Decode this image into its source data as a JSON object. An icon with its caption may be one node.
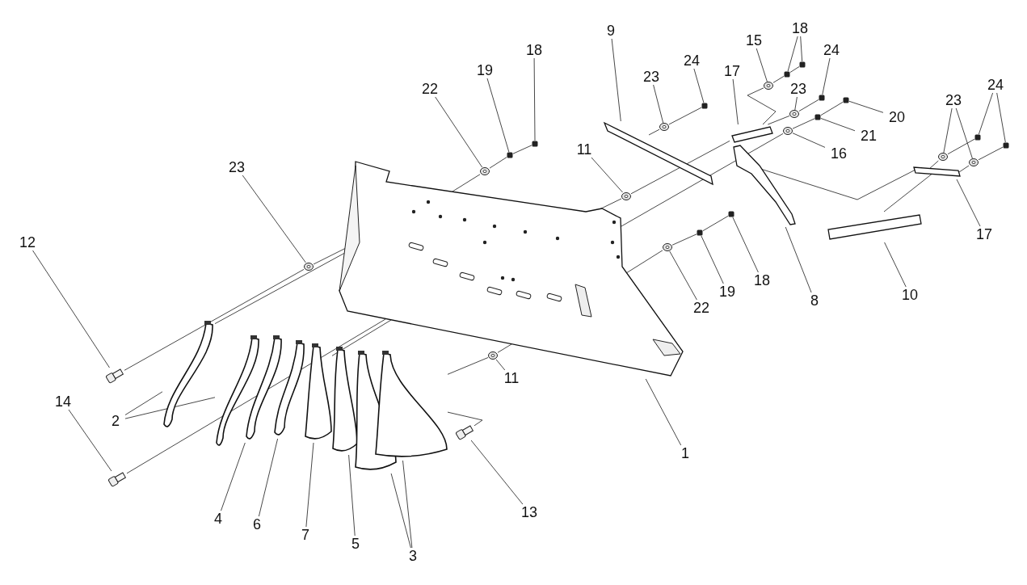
{
  "diagram": {
    "nodes": [
      {
        "text": [
          "12"
        ]
      },
      {
        "text": [
          "14"
        ]
      },
      {
        "text": [
          "2"
        ]
      },
      {
        "text": [
          "4"
        ]
      },
      {
        "text": [
          "6"
        ]
      },
      {
        "text": [
          "7"
        ]
      },
      {
        "text": [
          "5"
        ]
      },
      {
        "text": [
          "3"
        ]
      },
      {
        "text": [
          "13"
        ]
      },
      {
        "text": [
          "11"
        ]
      },
      {
        "text": [
          "1"
        ]
      },
      {
        "text": [
          "23"
        ]
      },
      {
        "text": [
          "22"
        ]
      },
      {
        "text": [
          "19"
        ]
      },
      {
        "text": [
          "18"
        ]
      },
      {
        "text": [
          "11"
        ]
      },
      {
        "text": [
          "9"
        ]
      },
      {
        "text": [
          "23"
        ]
      },
      {
        "text": [
          "24"
        ]
      },
      {
        "text": [
          "17"
        ]
      },
      {
        "text": [
          "15"
        ]
      },
      {
        "text": [
          "18"
        ]
      },
      {
        "text": [
          "24"
        ]
      },
      {
        "text": [
          "23"
        ]
      },
      {
        "text": [
          "20"
        ]
      },
      {
        "text": [
          "21"
        ]
      },
      {
        "text": [
          "16"
        ]
      },
      {
        "text": [
          "8"
        ]
      },
      {
        "text": [
          "18"
        ]
      },
      {
        "text": [
          "19"
        ]
      },
      {
        "text": [
          "22"
        ]
      },
      {
        "text": [
          "10"
        ]
      },
      {
        "text": [
          "17"
        ]
      },
      {
        "text": [
          "23"
        ]
      },
      {
        "text": [
          "24"
        ]
      },
      {
        "text": [],
        "shape": "picture"
      },
      {
        "text": [],
        "shape": "picture"
      },
      {
        "text": [],
        "shape": "picture"
      },
      {
        "text": [],
        "shape": "picture"
      },
      {
        "text": [],
        "shape": "picture"
      },
      {
        "text": [],
        "shape": "picture"
      },
      {
        "text": [],
        "shape": "picture"
      },
      {
        "text": [],
        "shape": "picture"
      },
      {
        "text": [],
        "shape": "picture"
      },
      {
        "text": [],
        "shape": "picture"
      },
      {
        "text": [],
        "shape": "picture"
      },
      {
        "text": [],
        "shape": "circle"
      },
      {
        "text": [],
        "shape": "picture"
      },
      {
        "text": [],
        "shape": "circle"
      },
      {
        "text": [],
        "shape": "circle"
      },
      {
        "text": [],
        "shape": "box"
      },
      {
        "text": [],
        "shape": "box"
      },
      {
        "text": [],
        "shape": "circle"
      },
      {
        "text": [],
        "shape": "bar"
      },
      {
        "text": [],
        "shape": "circle"
      },
      {
        "text": [],
        "shape": "box"
      },
      {
        "text": [],
        "shape": "bar"
      },
      {
        "text": [],
        "shape": "circle"
      },
      {
        "text": [],
        "shape": "box"
      },
      {
        "text": [],
        "shape": "box"
      },
      {
        "text": [],
        "shape": "box"
      },
      {
        "text": [],
        "shape": "circle"
      },
      {
        "text": [],
        "shape": "box"
      },
      {
        "text": [],
        "shape": "box"
      },
      {
        "text": [],
        "shape": "circle"
      },
      {
        "text": [],
        "shape": "picture"
      },
      {
        "text": [],
        "shape": "box"
      },
      {
        "text": [],
        "shape": "box"
      },
      {
        "text": [],
        "shape": "circle"
      },
      {
        "text": [],
        "shape": "bar"
      },
      {
        "text": [],
        "shape": "bar"
      },
      {
        "text": [],
        "shape": "circle"
      },
      {
        "text": [],
        "shape": "circle"
      },
      {
        "text": [],
        "shape": "box"
      },
      {
        "text": [],
        "shape": "box"
      }
    ],
    "edges": [
      {
        "from": 0,
        "to": 35,
        "arrow": "none"
      },
      {
        "from": 1,
        "to": 36,
        "arrow": "none"
      },
      {
        "from": 2,
        "to": 37,
        "arrow": "none"
      },
      {
        "from": 2,
        "to": 38,
        "arrow": "none"
      },
      {
        "from": 3,
        "to": 39,
        "arrow": "none"
      },
      {
        "from": 4,
        "to": 40,
        "arrow": "none"
      },
      {
        "from": 5,
        "to": 41,
        "arrow": "none"
      },
      {
        "from": 6,
        "to": 42,
        "arrow": "none"
      },
      {
        "from": 7,
        "to": 43,
        "arrow": "none"
      },
      {
        "from": 7,
        "to": 44,
        "arrow": "none"
      },
      {
        "from": 8,
        "to": 45,
        "arrow": "none"
      },
      {
        "from": 9,
        "to": 46,
        "arrow": "none"
      },
      {
        "from": 10,
        "to": 47,
        "arrow": "none"
      },
      {
        "from": 11,
        "to": 48,
        "arrow": "none"
      },
      {
        "from": 12,
        "to": 49,
        "arrow": "none"
      },
      {
        "from": 13,
        "to": 50,
        "arrow": "none"
      },
      {
        "from": 14,
        "to": 51,
        "arrow": "none"
      },
      {
        "from": 15,
        "to": 52,
        "arrow": "none"
      },
      {
        "from": 16,
        "to": 53,
        "arrow": "none"
      },
      {
        "from": 17,
        "to": 54,
        "arrow": "none"
      },
      {
        "from": 18,
        "to": 55,
        "arrow": "none"
      },
      {
        "from": 19,
        "to": 56,
        "arrow": "none"
      },
      {
        "from": 20,
        "to": 57,
        "arrow": "none"
      },
      {
        "from": 21,
        "to": 58,
        "arrow": "none"
      },
      {
        "from": 21,
        "to": 59,
        "arrow": "none"
      },
      {
        "from": 22,
        "to": 60,
        "arrow": "none"
      },
      {
        "from": 23,
        "to": 61,
        "arrow": "none"
      },
      {
        "from": 24,
        "to": 62,
        "arrow": "none"
      },
      {
        "from": 25,
        "to": 63,
        "arrow": "none"
      },
      {
        "from": 26,
        "to": 64,
        "arrow": "none"
      },
      {
        "from": 27,
        "to": 65,
        "arrow": "none"
      },
      {
        "from": 28,
        "to": 66,
        "arrow": "none"
      },
      {
        "from": 29,
        "to": 67,
        "arrow": "none"
      },
      {
        "from": 30,
        "to": 68,
        "arrow": "none"
      },
      {
        "from": 31,
        "to": 69,
        "arrow": "none"
      },
      {
        "from": 32,
        "to": 70,
        "arrow": "none"
      },
      {
        "from": 33,
        "to": 71,
        "arrow": "none"
      },
      {
        "from": 33,
        "to": 72,
        "arrow": "none"
      },
      {
        "from": 34,
        "to": 73,
        "arrow": "none"
      },
      {
        "from": 34,
        "to": 74,
        "arrow": "none"
      },
      {
        "from": 35,
        "to": 48,
        "arrow": "none"
      },
      {
        "from": 48,
        "to": 47,
        "arrow": "none"
      },
      {
        "from": 36,
        "to": 47,
        "arrow": "none"
      },
      {
        "from": 37,
        "to": 47,
        "arrow": "none"
      },
      {
        "from": 41,
        "to": 47,
        "arrow": "none"
      },
      {
        "from": 45,
        "to": 44,
        "arrow": "none"
      },
      {
        "from": 44,
        "to": 46,
        "arrow": "none"
      },
      {
        "from": 46,
        "to": 47,
        "arrow": "none"
      },
      {
        "from": 68,
        "to": 67,
        "arrow": "none"
      },
      {
        "from": 67,
        "to": 66,
        "arrow": "none"
      },
      {
        "from": 47,
        "to": 49,
        "arrow": "none"
      },
      {
        "from": 49,
        "to": 50,
        "arrow": "none"
      },
      {
        "from": 50,
        "to": 51,
        "arrow": "none"
      },
      {
        "from": 47,
        "to": 52,
        "arrow": "none"
      },
      {
        "from": 52,
        "to": 56,
        "arrow": "none"
      },
      {
        "from": 56,
        "to": 61,
        "arrow": "none"
      },
      {
        "from": 61,
        "to": 60,
        "arrow": "none"
      },
      {
        "from": 47,
        "to": 65,
        "arrow": "none"
      },
      {
        "from": 64,
        "to": 63,
        "arrow": "none"
      },
      {
        "from": 63,
        "to": 62,
        "arrow": "none"
      },
      {
        "from": 53,
        "to": 54,
        "arrow": "none"
      },
      {
        "from": 54,
        "to": 55,
        "arrow": "none"
      },
      {
        "from": 57,
        "to": 58,
        "arrow": "none"
      },
      {
        "from": 58,
        "to": 59,
        "arrow": "none"
      },
      {
        "from": 57,
        "to": 56,
        "arrow": "none"
      },
      {
        "from": 65,
        "to": 70,
        "arrow": "none"
      },
      {
        "from": 70,
        "to": 71,
        "arrow": "none"
      },
      {
        "from": 71,
        "to": 73,
        "arrow": "none"
      },
      {
        "from": 70,
        "to": 72,
        "arrow": "none"
      },
      {
        "from": 72,
        "to": 74,
        "arrow": "none"
      },
      {
        "from": 69,
        "to": 70,
        "arrow": "none"
      },
      {
        "from": 47,
        "to": 68,
        "arrow": "none"
      },
      {
        "from": 65,
        "to": 64,
        "arrow": "none"
      }
    ]
  }
}
